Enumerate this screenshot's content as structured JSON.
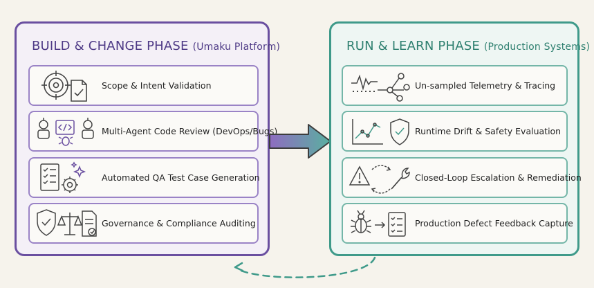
{
  "build_phase": {
    "title": "BUILD & CHANGE PHASE",
    "subtitle": "(Umaku Platform)",
    "color": "#6a4fa0",
    "items": [
      {
        "label": "Scope & Intent Validation",
        "icon": "target-document-check-icon"
      },
      {
        "label": "Multi-Agent Code Review (DevOps/Bugs)",
        "icon": "robots-code-bug-icon"
      },
      {
        "label": "Automated QA Test Case Generation",
        "icon": "checklist-gear-icon"
      },
      {
        "label": "Governance & Compliance Auditing",
        "icon": "shield-scale-document-icon"
      }
    ]
  },
  "run_phase": {
    "title": "RUN & LEARN PHASE",
    "subtitle": "(Production Systems)",
    "color": "#3f9a8a",
    "items": [
      {
        "label": "Un-sampled Telemetry & Tracing",
        "icon": "waveform-trace-icon"
      },
      {
        "label": "Runtime Drift & Safety Evaluation",
        "icon": "chart-shield-icon"
      },
      {
        "label": "Closed-Loop Escalation & Remediation",
        "icon": "warning-loop-wrench-icon"
      },
      {
        "label": "Production Defect Feedback Capture",
        "icon": "bug-arrow-checklist-icon"
      }
    ]
  }
}
